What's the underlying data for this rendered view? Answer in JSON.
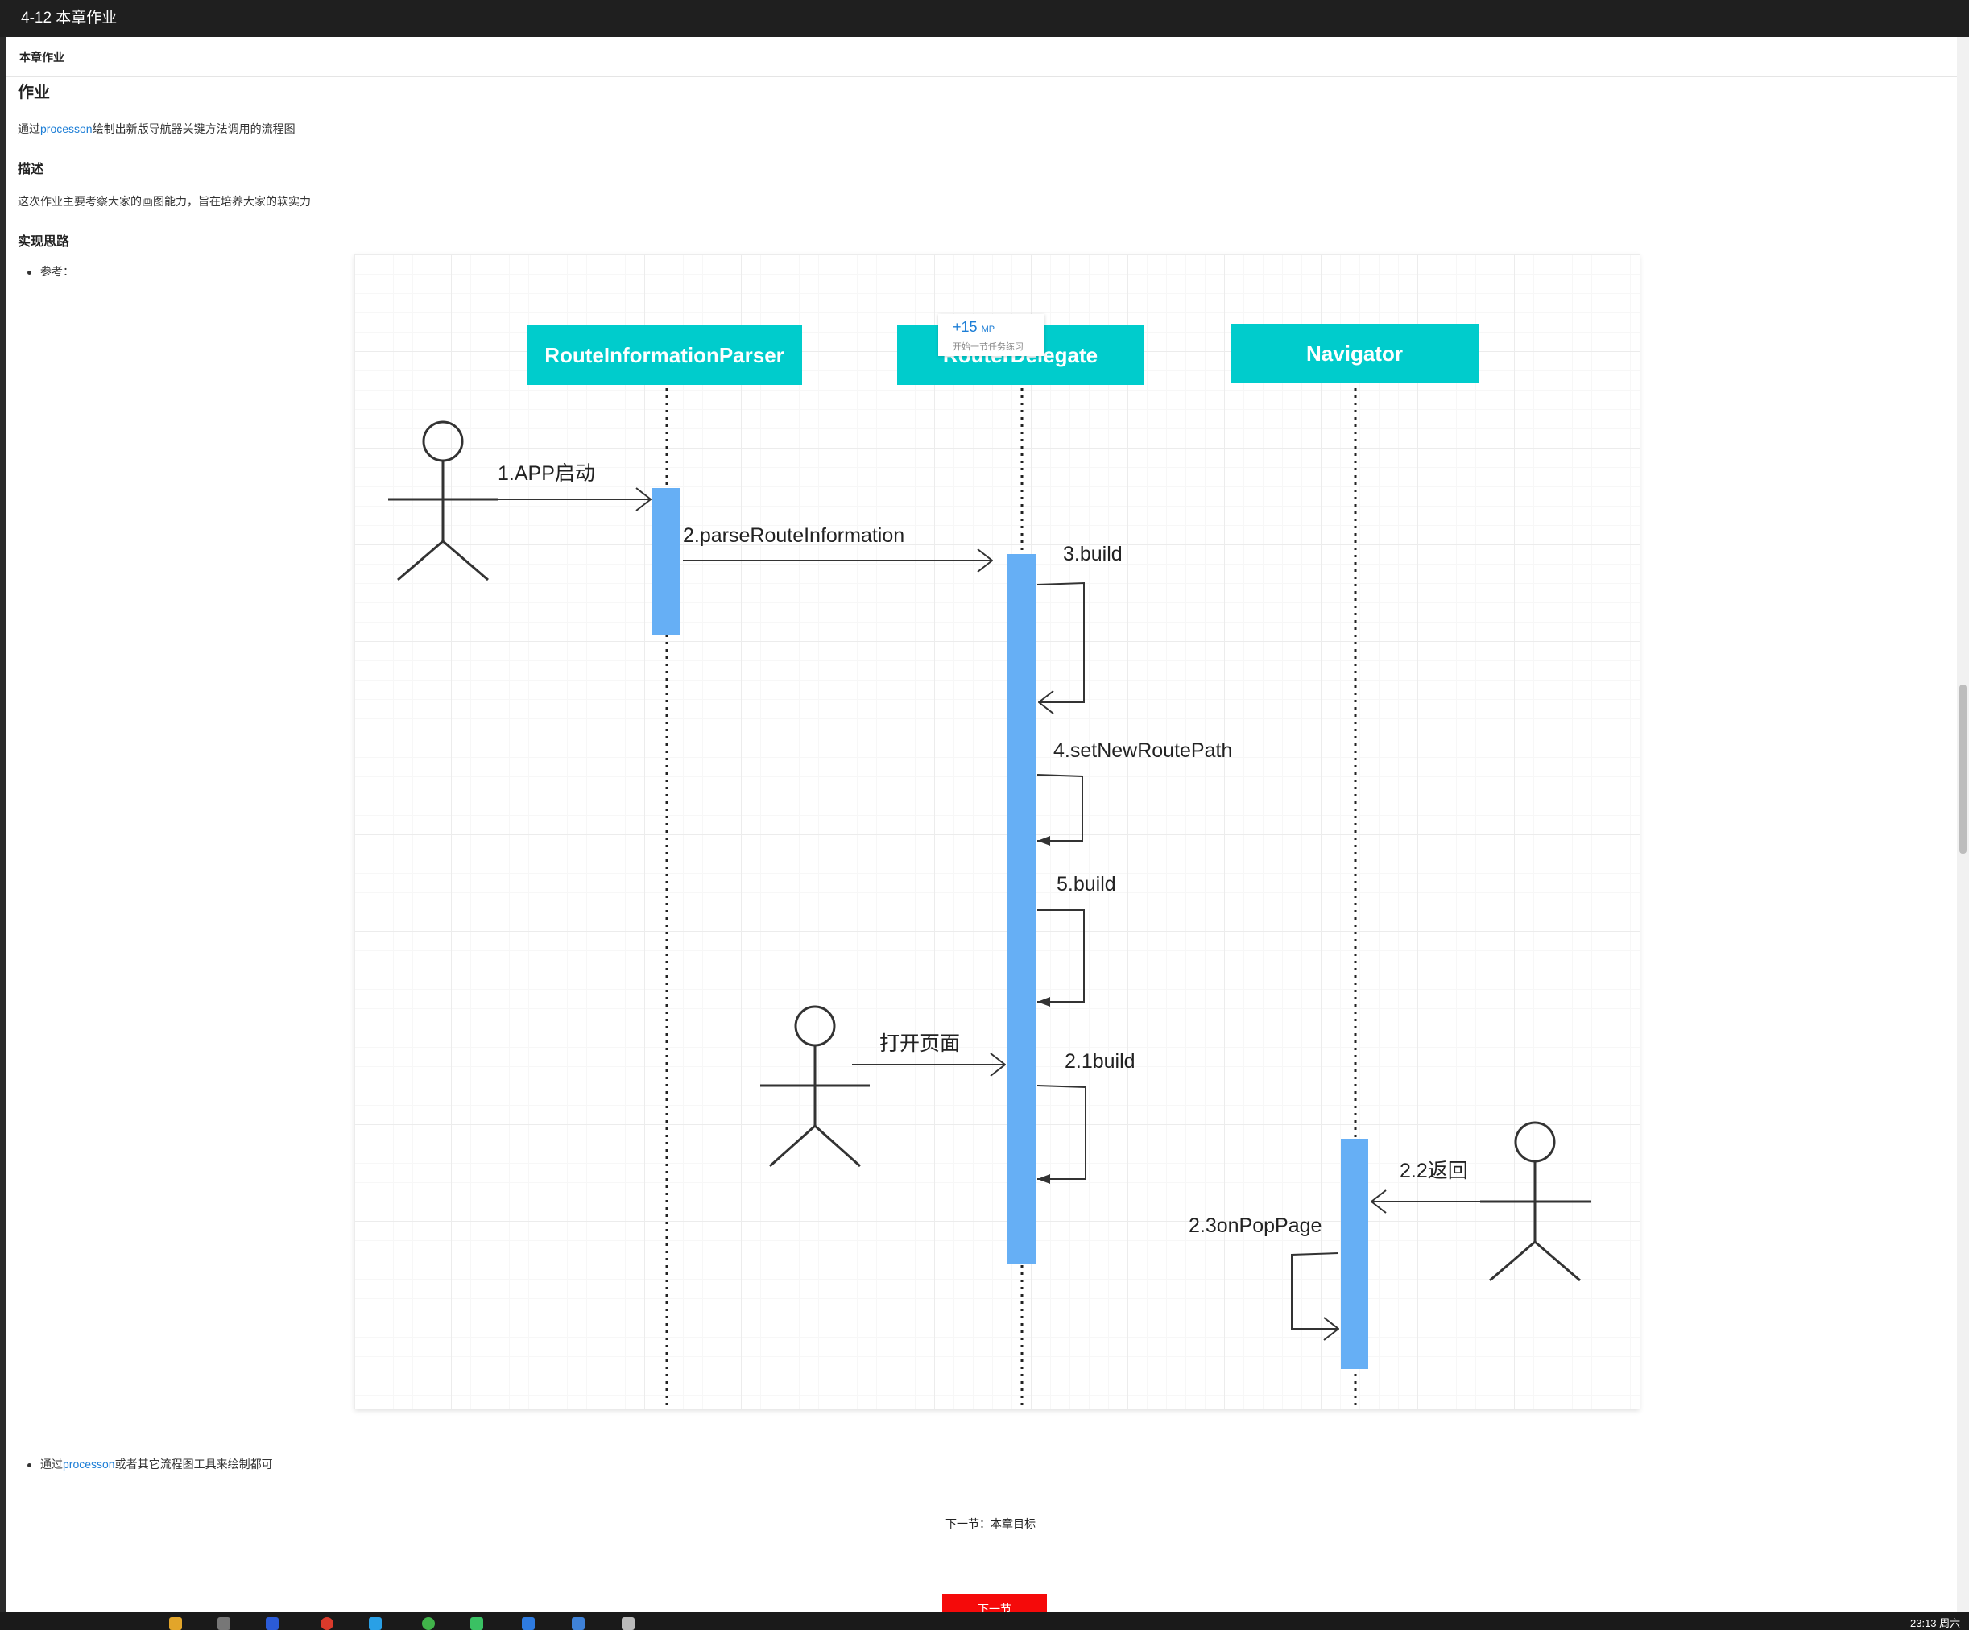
{
  "window": {
    "title": "4-12 本章作业"
  },
  "breadcrumb": "本章作业",
  "section_heading": "作业",
  "intro": {
    "prefix": "通过",
    "link": "processon",
    "suffix": "绘制出新版导航器关键方法调用的流程图"
  },
  "description": {
    "heading": "描述",
    "text": "这次作业主要考察大家的画图能力，旨在培养大家的软实力"
  },
  "approach": {
    "heading": "实现思路",
    "bullet1": "参考：",
    "bullet2": {
      "prefix": "通过",
      "link": "processon",
      "suffix": "或者其它流程图工具来绘制都可"
    }
  },
  "diagram": {
    "lifelines": [
      "RouteInformationParser",
      "RouterDelegate",
      "Navigator"
    ],
    "messages": [
      "1.APP启动",
      "2.parseRouteInformation",
      "3.build",
      "4.setNewRoutePath",
      "5.build",
      "打开页面",
      "2.1build",
      "2.2返回",
      "2.3onPopPage"
    ],
    "colors": {
      "header": "#00cccc",
      "activation": "#66aff5",
      "stroke": "#333333"
    }
  },
  "popup": {
    "points": "+15",
    "unit": "MP",
    "subtitle": "开始一节任务练习"
  },
  "next": {
    "caption": "下一节：本章目标",
    "button": "下一节"
  },
  "taskbar": {
    "time": "23:13 周六"
  }
}
